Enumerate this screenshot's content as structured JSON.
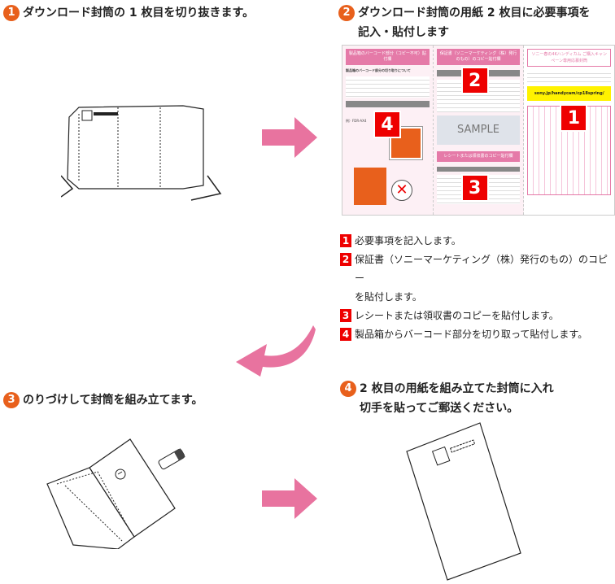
{
  "steps": [
    {
      "num": "1",
      "text": "ダウンロード封筒の 1 枚目を切り抜きます。"
    },
    {
      "num": "2",
      "line1": "ダウンロード封筒の用紙 2 枚目に必要事項を",
      "line2": "記入・貼付します"
    },
    {
      "num": "3",
      "text": "のりづけして封筒を組み立てます。"
    },
    {
      "num": "4",
      "line1": "2 枚目の用紙を組み立てた封筒に入れ",
      "line2": "切手を貼ってご郵送ください。"
    }
  ],
  "form": {
    "col1_header": "製品箱のバーコード部分（コピー不可）貼付欄",
    "col1_subtitle": "製品箱のバーコード部分の切り取りについて",
    "col1_model": "例）FDR-AX4",
    "col2_header": "保証書（ソニーマーケティング（株）発行のもの）のコピー貼付欄",
    "col2_sample": "SAMPLE",
    "col2_header2": "レシートまたは領収書のコピー貼付欄",
    "col3_title": "ソニー春の4Kハンディカム ご購入キャンペーン専用応募封筒",
    "col3_url": "sony.jp/handycam/cp18spring/",
    "markers": [
      "1",
      "2",
      "3",
      "4"
    ]
  },
  "legend": [
    {
      "num": "1",
      "text": "必要事項を記入します。"
    },
    {
      "num": "2",
      "line1": "保証書（ソニーマーケティング（株）発行のもの）のコピー",
      "line2": "を貼付します。"
    },
    {
      "num": "3",
      "text": "レシートまたは領収書のコピーを貼付します。"
    },
    {
      "num": "4",
      "text": "製品箱からバーコード部分を切り取って貼付します。"
    }
  ],
  "colors": {
    "step_badge": "#e8601c",
    "arrow": "#e8739f",
    "marker": "#ee0000",
    "form_pink": "#e57aa8",
    "url_bg": "#fff200"
  }
}
